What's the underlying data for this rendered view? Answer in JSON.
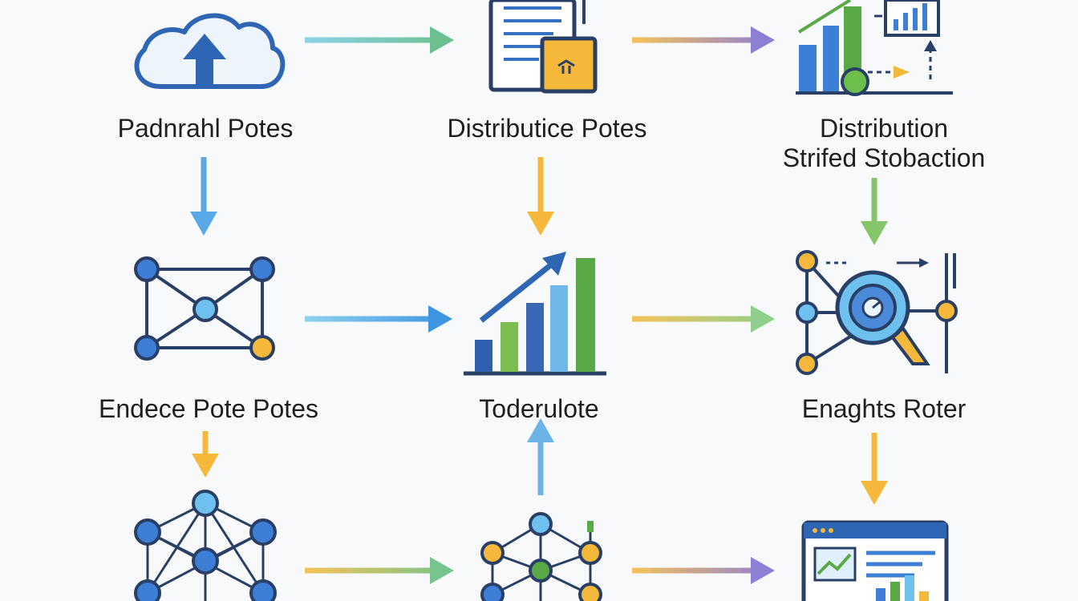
{
  "diagram": {
    "nodes": [
      {
        "id": "n1",
        "icon": "cloud-upload-icon",
        "label_lines": [
          "Padnrahl Potes"
        ]
      },
      {
        "id": "n2",
        "icon": "document-icon",
        "label_lines": [
          "Distributice Potes"
        ]
      },
      {
        "id": "n3",
        "icon": "bar-chart-icon",
        "label_lines": [
          "Distribution",
          "Strifed Stobaction"
        ]
      },
      {
        "id": "n4",
        "icon": "network-icon",
        "label_lines": [
          "Endece Pote Potes"
        ]
      },
      {
        "id": "n5",
        "icon": "growth-chart-icon",
        "label_lines": [
          "Toderulote"
        ]
      },
      {
        "id": "n6",
        "icon": "magnifier-network-icon",
        "label_lines": [
          "Enaghts Roter"
        ]
      },
      {
        "id": "n7",
        "icon": "mesh-network-icon",
        "label_lines": []
      },
      {
        "id": "n8",
        "icon": "cluster-network-icon",
        "label_lines": []
      },
      {
        "id": "n9",
        "icon": "dashboard-window-icon",
        "label_lines": []
      }
    ],
    "edges": [
      {
        "from": "n1",
        "to": "n2",
        "colors": [
          "#8fd0e8",
          "#6cc08f"
        ]
      },
      {
        "from": "n2",
        "to": "n3",
        "colors": [
          "#f5c25a",
          "#8d7fd3"
        ]
      },
      {
        "from": "n1",
        "to": "n4",
        "colors": [
          "#5aa9e6",
          "#5aa9e6"
        ]
      },
      {
        "from": "n2",
        "to": "n5",
        "colors": [
          "#f5b83a",
          "#f5b83a"
        ]
      },
      {
        "from": "n3",
        "to": "n6",
        "colors": [
          "#86c56a",
          "#86c56a"
        ]
      },
      {
        "from": "n4",
        "to": "n5",
        "colors": [
          "#8fd0ef",
          "#3d94e0"
        ]
      },
      {
        "from": "n5",
        "to": "n6",
        "colors": [
          "#f5c25a",
          "#8fcf8b"
        ]
      },
      {
        "from": "n4",
        "to": "n7",
        "colors": [
          "#f5b83a",
          "#f5b83a"
        ]
      },
      {
        "from": "n8",
        "to": "n5",
        "colors": [
          "#6ab4e8",
          "#6ab4e8"
        ]
      },
      {
        "from": "n6",
        "to": "n9",
        "colors": [
          "#f5b83a",
          "#f5b83a"
        ]
      },
      {
        "from": "n7",
        "to": "n8",
        "colors": [
          "#f5c25a",
          "#77c48c"
        ]
      },
      {
        "from": "n8",
        "to": "n9",
        "colors": [
          "#f5c25a",
          "#8d7fd3"
        ]
      }
    ]
  }
}
